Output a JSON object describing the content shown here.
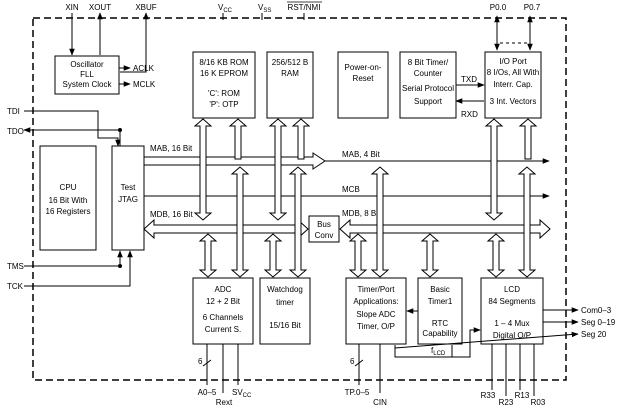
{
  "pins": {
    "xin": "XIN",
    "xout": "XOUT",
    "xbuf": "XBUF",
    "vcc": "V",
    "vcc_sub": "CC",
    "vss": "V",
    "vss_sub": "SS",
    "rst": "RST/NMI",
    "p00": "P0.0",
    "p07": "P0.7",
    "tdi": "TDI",
    "tdo": "TDO",
    "tms": "TMS",
    "tck": "TCK",
    "a05": "A0–5",
    "rext": "Rext",
    "svcc": "SV",
    "svcc_sub": "CC",
    "tp": "TP.0–5",
    "cin": "CIN",
    "r33": "R33",
    "r23": "R23",
    "r13": "R13",
    "r03": "R03",
    "com": "Com0–3",
    "seg019": "Seg 0–19",
    "seg20": "Seg 20",
    "aclk": "ACLK",
    "mclk": "MCLK",
    "txd": "TXD",
    "rxd": "RXD",
    "flcd": "f",
    "flcd_sub": "LCD",
    "six1": "6",
    "six2": "6"
  },
  "blocks": {
    "osc": [
      "Oscillator",
      "FLL",
      "System Clock"
    ],
    "rom": [
      "8/16 KB ROM",
      "16 K EPROM",
      "'C': ROM",
      "'P': OTP"
    ],
    "ram": [
      "256/512 B",
      "RAM"
    ],
    "por": [
      "Power-on-",
      "Reset"
    ],
    "timer8": [
      "8 Bit Timer/",
      "Counter",
      "Serial Protocol",
      "Support"
    ],
    "io": [
      "I/O Port",
      "8 I/Os, All With",
      "Interr. Cap.",
      "3 Int. Vectors"
    ],
    "cpu": [
      "CPU",
      "16 Bit With",
      "16 Registers"
    ],
    "jtag": [
      "Test",
      "JTAG"
    ],
    "busconv": [
      "Bus",
      "Conv"
    ],
    "adc": [
      "ADC",
      "12 + 2 Bit",
      "6 Channels",
      "Current S."
    ],
    "wdt": [
      "Watchdog",
      "timer",
      "15/16 Bit"
    ],
    "timerport": [
      "Timer/Port",
      "Applications:",
      "Slope ADC",
      "Timer, O/P"
    ],
    "basictimer": [
      "Basic",
      "Timer1",
      "RTC",
      "Capability"
    ],
    "lcd": [
      "LCD",
      "84 Segments",
      "1 – 4 Mux",
      "Digital O/P"
    ]
  },
  "buses": {
    "mab16": "MAB, 16 Bit",
    "mab4": "MAB, 4 Bit",
    "mcb": "MCB",
    "mdb16": "MDB, 16 Bit",
    "mdb8": "MDB, 8 Bit"
  }
}
